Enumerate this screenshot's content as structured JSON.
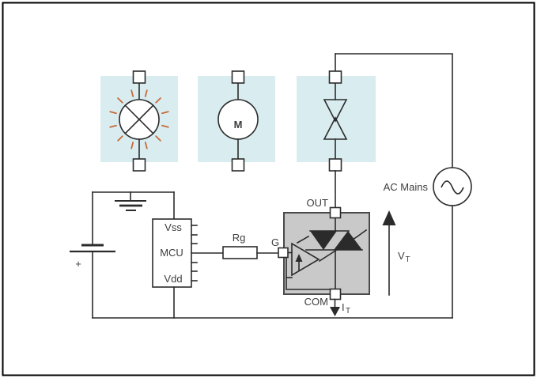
{
  "labels": {
    "ac_mains": "AC Mains",
    "out": "OUT",
    "com": "COM",
    "g": "G",
    "rg": "Rg",
    "vss": "Vss",
    "mcu": "MCU",
    "vdd": "Vdd",
    "motor": "M",
    "battery_plus": "+",
    "vt": {
      "main": "V",
      "sub": "T"
    },
    "it": {
      "main": "I",
      "sub": "T"
    }
  },
  "symbols": [
    "lamp-load-icon",
    "motor-load-icon",
    "triac-load-icon",
    "ac-source-icon",
    "battery-icon",
    "ground-icon",
    "mcu-block",
    "gate-resistor",
    "ssr-output-block",
    "driver-amp-icon",
    "scr-pair-icon",
    "vt-arrow",
    "it-arrow"
  ],
  "colors": {
    "wire": "#2b2b2b",
    "label": "#3d3d3d",
    "ray": "#c8693a",
    "highlight": "#d9edf1",
    "ssr_fill": "#c9c9c9",
    "ssr_border": "#4a4a4a"
  }
}
